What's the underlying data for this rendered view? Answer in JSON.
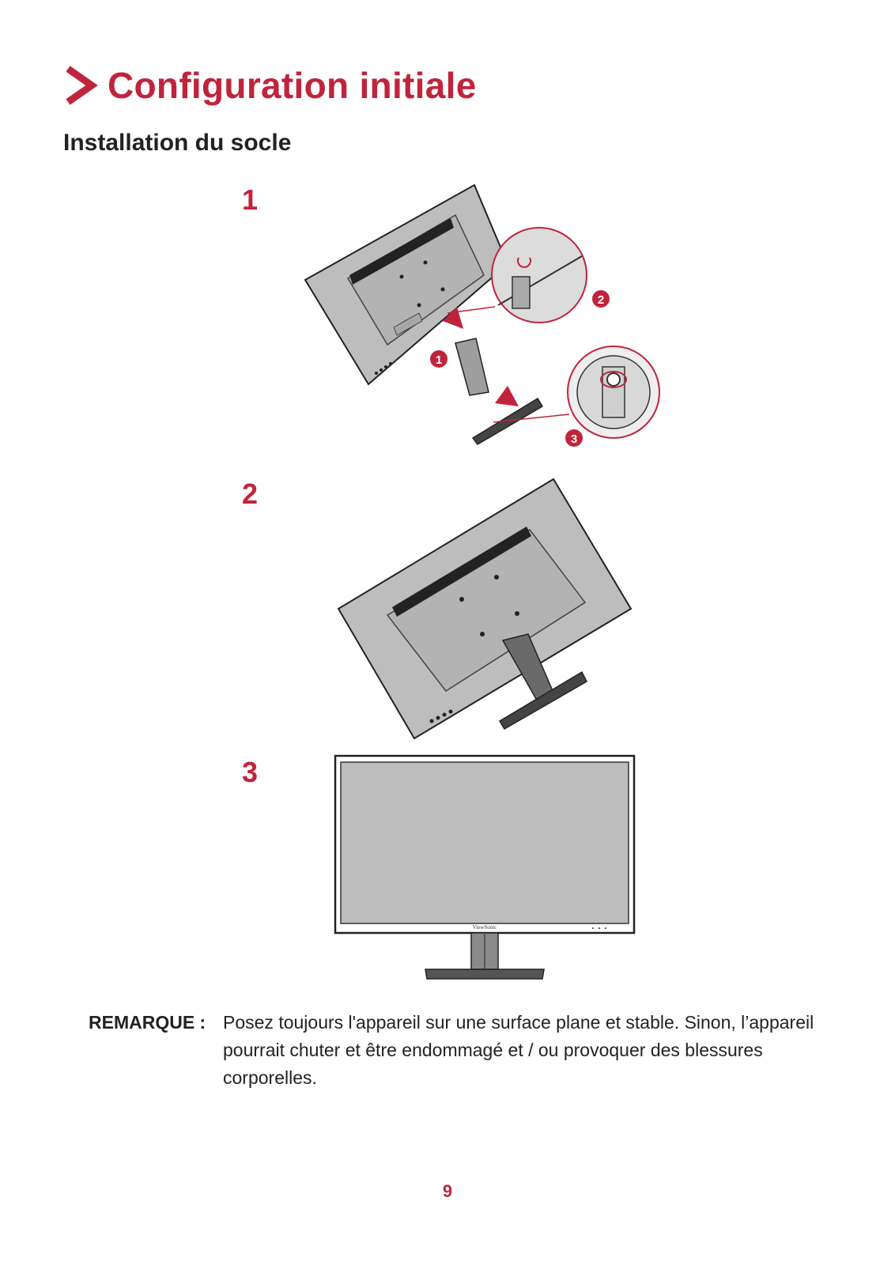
{
  "header": {
    "title": "Configuration initiale",
    "subtitle": "Installation du socle"
  },
  "steps": [
    {
      "number": "1",
      "callouts": [
        "1",
        "2",
        "3"
      ]
    },
    {
      "number": "2"
    },
    {
      "number": "3",
      "brand": "ViewSonic"
    }
  ],
  "note": {
    "label": "REMARQUE :",
    "text": "Posez toujours l'appareil sur une surface plane et stable. Sinon, l’appareil pourrait chuter et être endommagé et / ou provoquer des blessures corporelles."
  },
  "footer": {
    "page_number": "9"
  },
  "colors": {
    "accent": "#c0243c",
    "monitor_gray": "#bdbdbd",
    "stand_dark": "#555555"
  }
}
